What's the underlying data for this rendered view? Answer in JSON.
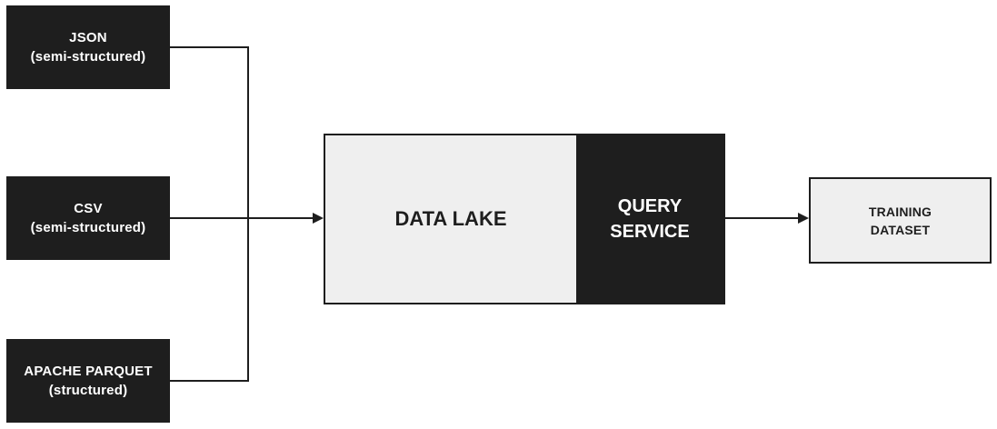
{
  "sources": [
    {
      "id": "json",
      "line1": "JSON",
      "line2": "(semi-structured)"
    },
    {
      "id": "csv",
      "line1": "CSV",
      "line2": "(semi-structured)"
    },
    {
      "id": "parquet",
      "line1": "APACHE PARQUET",
      "line2": "(structured)"
    }
  ],
  "data_lake": {
    "label": "DATA LAKE"
  },
  "query_service": {
    "line1": "QUERY",
    "line2": "SERVICE"
  },
  "training_dataset": {
    "line1": "TRAINING",
    "line2": "DATASET"
  },
  "colors": {
    "dark_fill": "#1e1e1e",
    "light_fill": "#efefef",
    "connector": "#1e1e1e"
  }
}
